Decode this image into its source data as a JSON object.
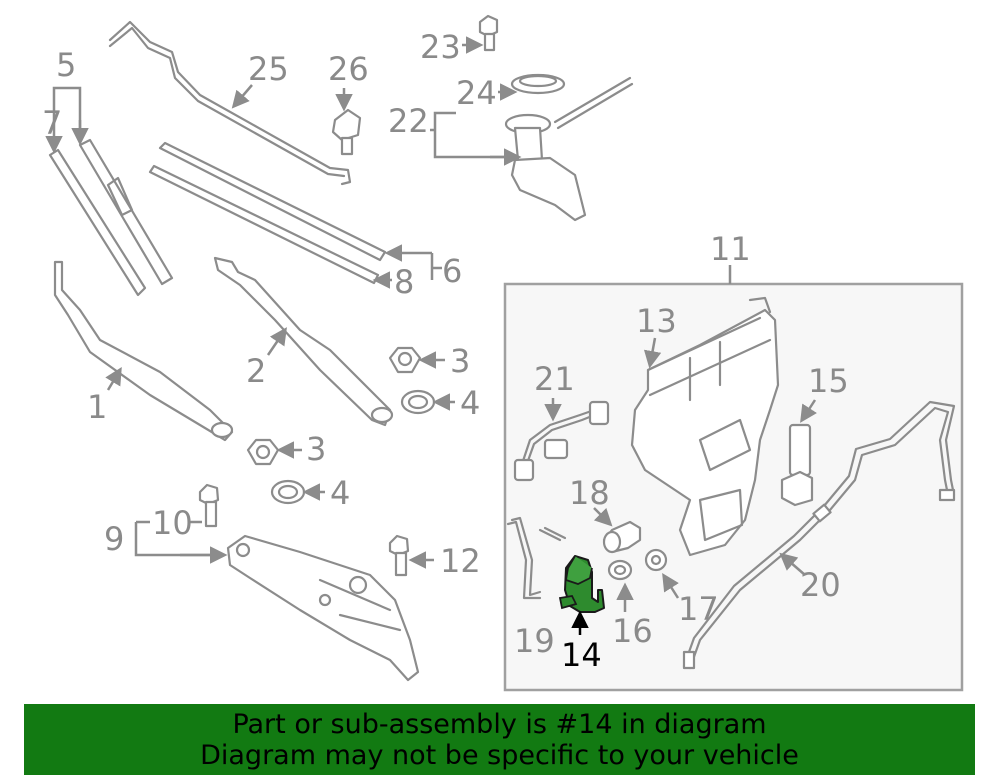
{
  "diagram": {
    "callouts": {
      "c1": "1",
      "c2": "2",
      "c3a": "3",
      "c3b": "3",
      "c4a": "4",
      "c4b": "4",
      "c5": "5",
      "c6": "6",
      "c7": "7",
      "c8": "8",
      "c9": "9",
      "c10": "10",
      "c11": "11",
      "c12": "12",
      "c13": "13",
      "c14": "14",
      "c15": "15",
      "c16": "16",
      "c17": "17",
      "c18": "18",
      "c19": "19",
      "c20": "20",
      "c21": "21",
      "c22": "22",
      "c23": "23",
      "c24": "24",
      "c25": "25",
      "c26": "26"
    },
    "highlight_part": "14",
    "colors": {
      "line": "#8c8c8c",
      "highlight": "#2e8b2e",
      "banner": "#127a12",
      "box_fill": "#f7f7f7"
    }
  },
  "banner": {
    "line1": "Part or sub-assembly is #14 in diagram",
    "line2": "Diagram may not be specific to your vehicle"
  }
}
